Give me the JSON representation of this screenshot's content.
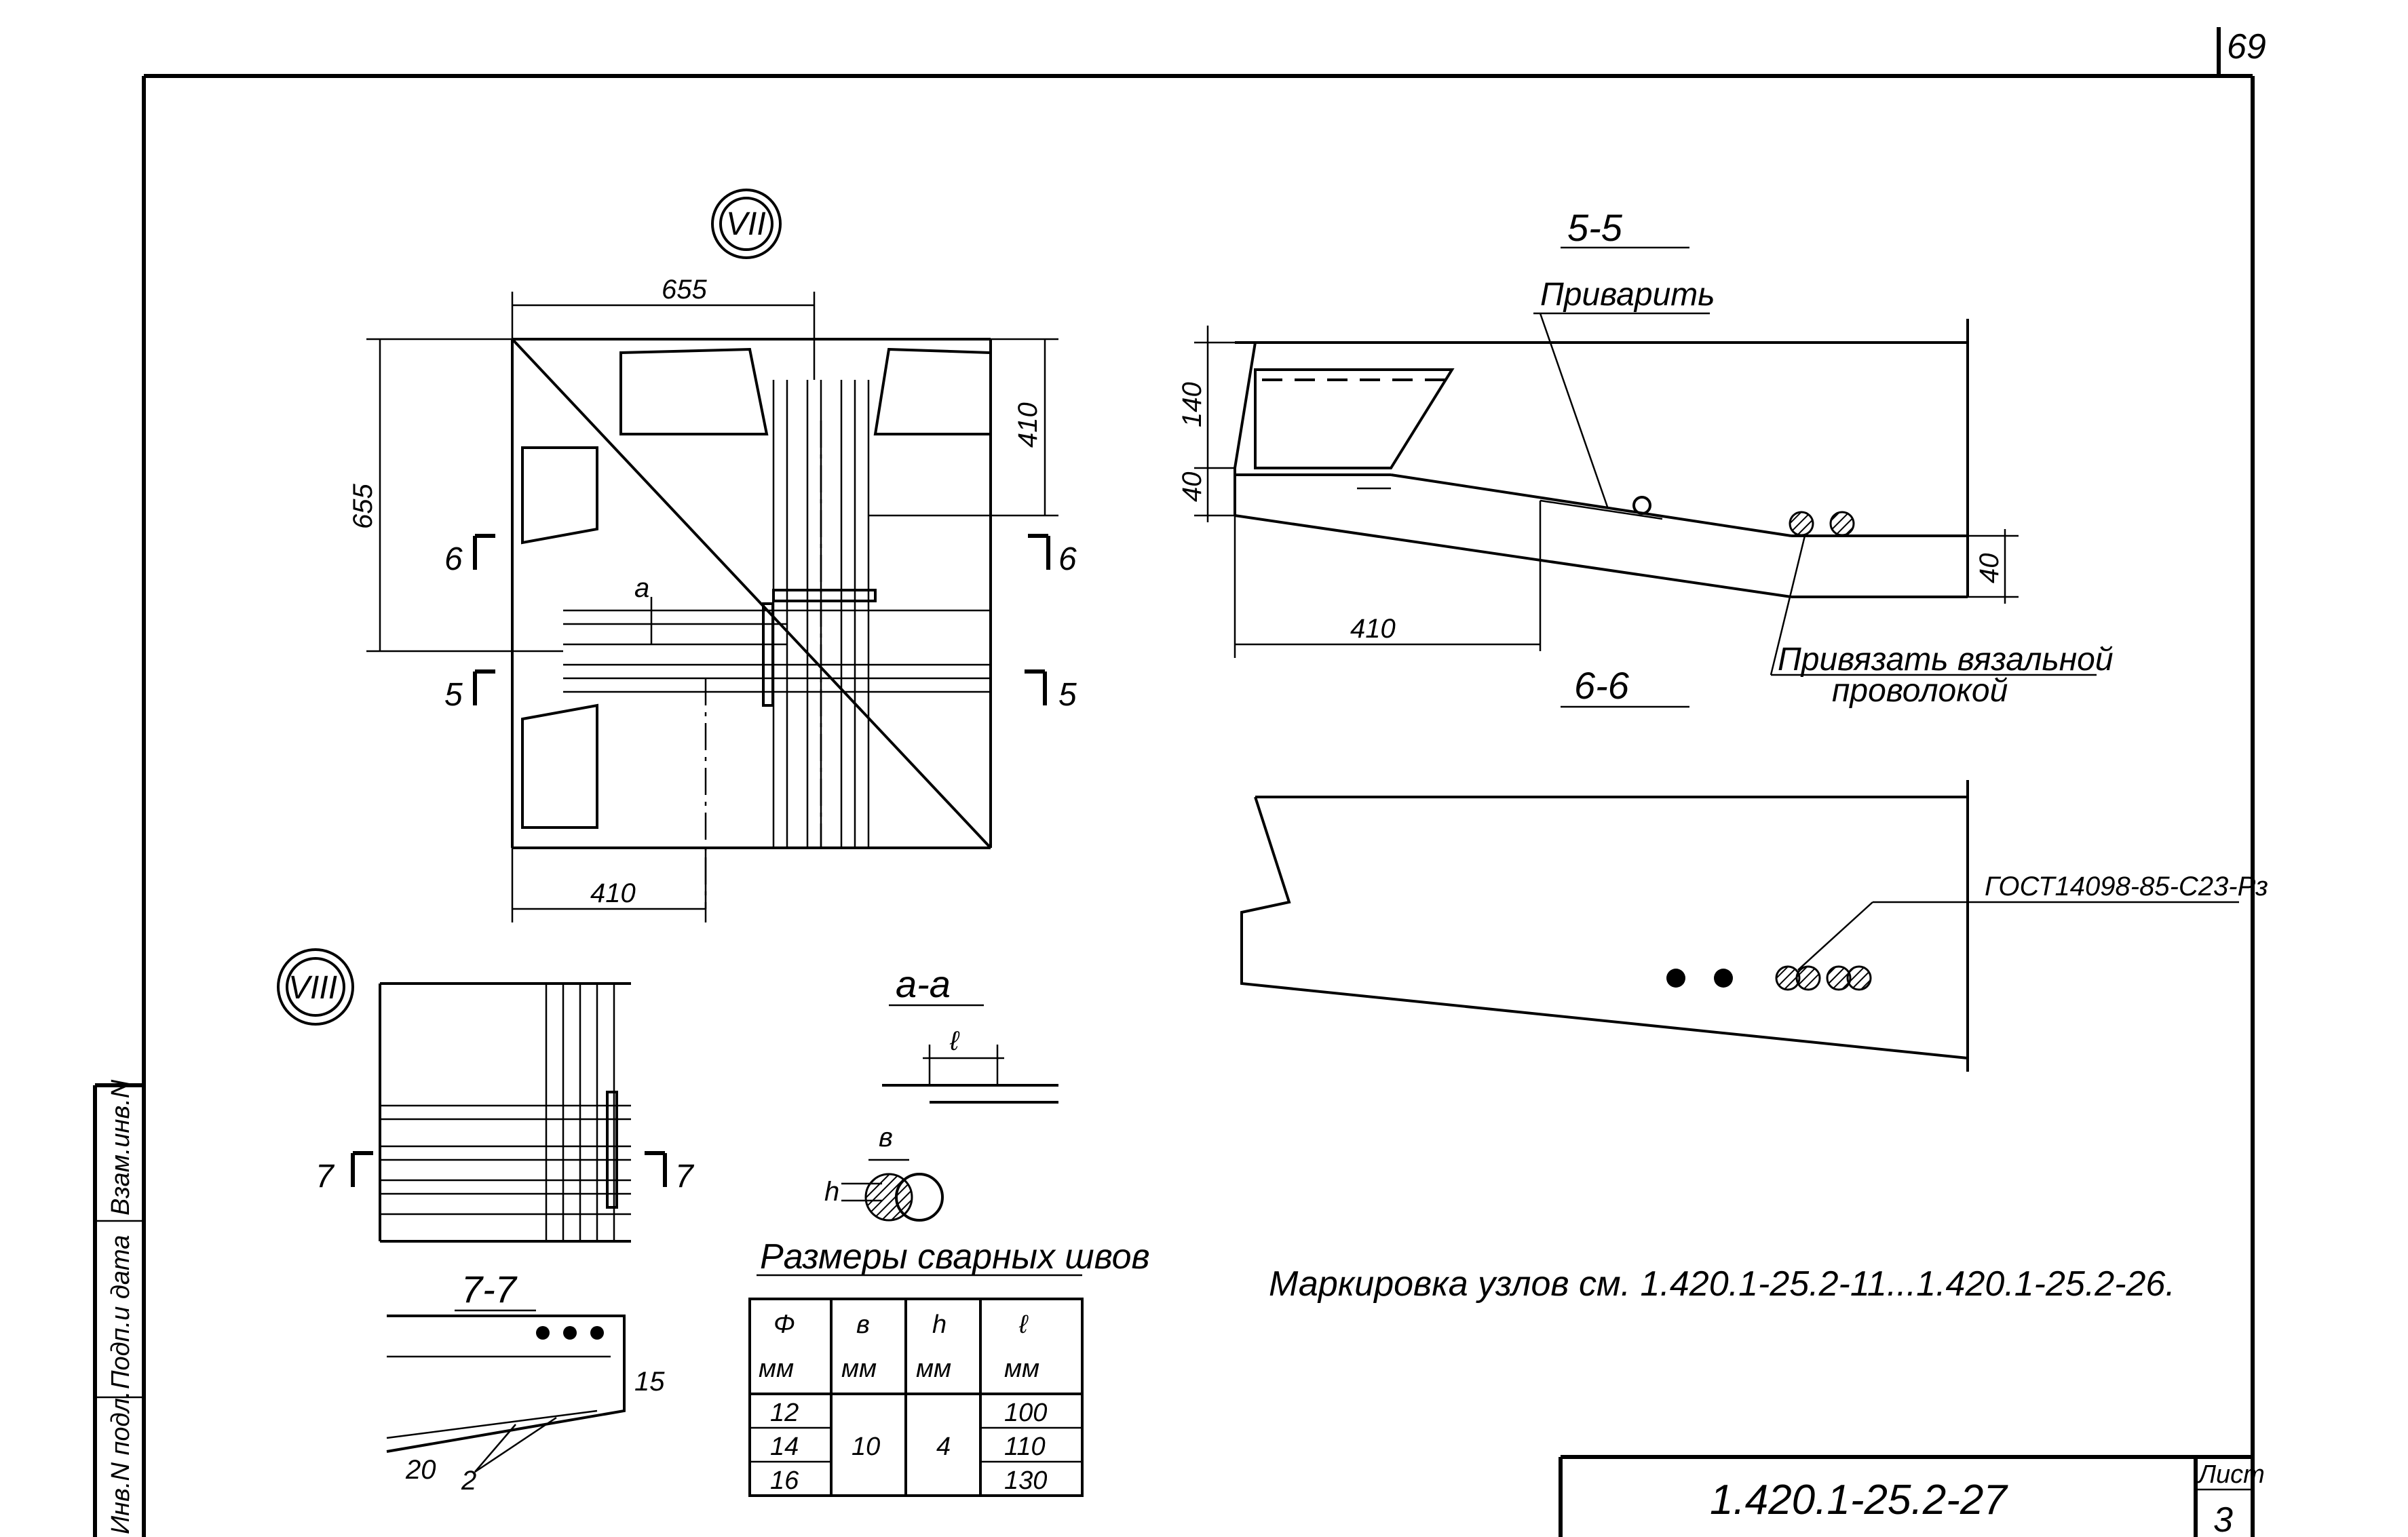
{
  "sheet": {
    "page_number": "69",
    "code": "1.420.1-25.2-27",
    "sheet_label": "Лист",
    "sheet_number": "3"
  },
  "side_stamp": {
    "inv_orig": "Инв.N подл.",
    "sign_date": "Подп.и дата",
    "replace_inv": "Взам.инв.N"
  },
  "node_vii": {
    "marker": "VII",
    "dims": {
      "top": "655",
      "left": "655",
      "right": "410",
      "bottom": "410",
      "a": "a"
    },
    "cuts": {
      "cut6_left": "6",
      "cut6_right": "6",
      "cut5_left": "5",
      "cut5_right": "5"
    }
  },
  "node_viii": {
    "marker": "VIII",
    "cuts": {
      "cut7_left": "7",
      "cut7_right": "7"
    }
  },
  "section_5_5": {
    "title": "5-5",
    "weld_note": "Приварить",
    "tie_note_line1": "Привязать вязальной",
    "tie_note_line2": "проволокой",
    "dims": {
      "top": "140",
      "mid": "40",
      "bottom": "410",
      "right": "40"
    }
  },
  "section_6_6": {
    "title": "6-6",
    "gost": "ГОСТ14098-85-С23-Рз"
  },
  "section_7_7": {
    "title": "7-7",
    "dims": {
      "d15": "15",
      "d20": "20",
      "d2": "2"
    }
  },
  "section_a_a": {
    "title": "a-a",
    "l": "ℓ",
    "b": "в",
    "h": "h"
  },
  "weld_table": {
    "title": "Размеры сварных швов",
    "headers": [
      "Φ",
      "в",
      "h",
      "ℓ"
    ],
    "units": [
      "мм",
      "мм",
      "мм",
      "мм"
    ],
    "rows": [
      {
        "phi": "12",
        "l": "100"
      },
      {
        "phi": "14",
        "l": "110"
      },
      {
        "phi": "16",
        "l": "130"
      }
    ],
    "b_value": "10",
    "h_value": "4"
  },
  "note": "Маркировка узлов см. 1.420.1-25.2-11...1.420.1-25.2-26."
}
